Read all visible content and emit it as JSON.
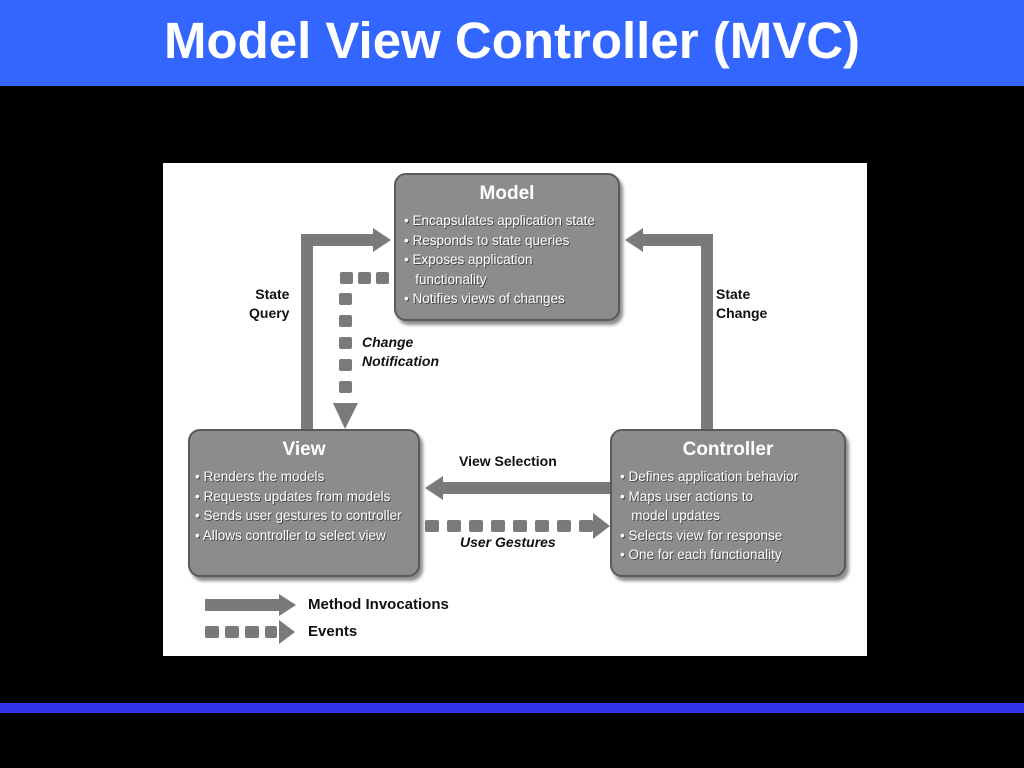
{
  "title": "Model View Controller (MVC)",
  "colors": {
    "title_bar": "#3366ff",
    "background": "#000000",
    "footer_rule": "#3333ee",
    "box_fill": "#8c8c8c",
    "arrow": "#7a7a7a"
  },
  "model": {
    "title": "Model",
    "bullets": [
      "• Encapsulates application state",
      "• Responds to state queries",
      "• Exposes application\n   functionality",
      "• Notifies views of changes"
    ]
  },
  "view": {
    "title": "View",
    "bullets": [
      "• Renders the models",
      "• Requests updates from models",
      "• Sends user gestures to controller",
      "• Allows controller to select view"
    ]
  },
  "controller": {
    "title": "Controller",
    "bullets": [
      "• Defines application behavior",
      "• Maps user actions to\n   model updates",
      "• Selects view for response",
      "• One for each functionality"
    ]
  },
  "labels": {
    "state_query": "State\nQuery",
    "state_change": "State\nChange",
    "change_notification": "Change\nNotification",
    "view_selection": "View Selection",
    "user_gestures": "User Gestures"
  },
  "legend": {
    "method_invocations": "Method Invocations",
    "events": "Events"
  }
}
